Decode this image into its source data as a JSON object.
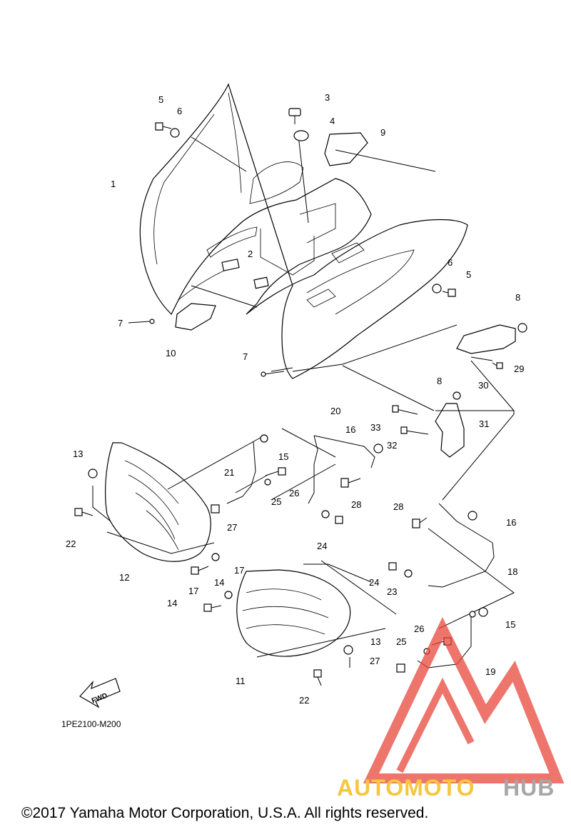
{
  "diagram": {
    "part_numbers": [
      "1",
      "2",
      "3",
      "4",
      "5",
      "6",
      "6",
      "5",
      "7",
      "7",
      "8",
      "8",
      "9",
      "10",
      "11",
      "12",
      "13",
      "13",
      "14",
      "14",
      "15",
      "15",
      "16",
      "16",
      "17",
      "17",
      "18",
      "19",
      "20",
      "21",
      "22",
      "22",
      "23",
      "24",
      "24",
      "25",
      "25",
      "26",
      "26",
      "27",
      "27",
      "28",
      "28",
      "29",
      "30",
      "31",
      "32",
      "33"
    ],
    "diagram_code": "1PE2100-M200",
    "fwd_label": "FWD",
    "copyright": "©2017 Yamaha Motor Corporation, U.S.A. All rights reserved.",
    "watermark": {
      "brand_a": "AUTOMOTO",
      "brand_b": "HUB",
      "color_a": "#f5b400",
      "color_b": "#8a8a8a",
      "logo_color": "#e8473c"
    }
  }
}
